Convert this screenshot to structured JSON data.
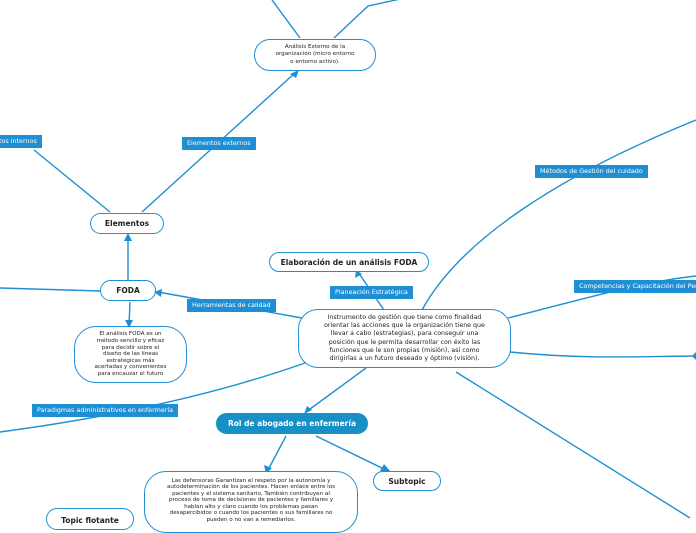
{
  "nodes": {
    "analisis_externo": "Análisis Externo de la organización (micro entorno o entorno activo).",
    "elementos": "Elementos",
    "foda": "FODA",
    "foda_desc": "El análisis FODA es un método sencillo y eficaz para decidir sobre el diseño de las líneas estratégicas más acertadas y convenientes para encauzar el futuro",
    "elaboracion": "Elaboración de un análisis FODA",
    "central": "Instrumento de gestión que tiene como finalidad orientar las acciones que la organización tiene que llevar a cabo (estrategias), para conseguir una posición que le permita desarrollar con éxito las funciones que le son propias (misión), así como dirigirlas a un futuro deseado y óptimo (visión).",
    "rol_abogado": "Rol de abogado en enfermería",
    "defensoras": "Las defensoras Garantizan el respeto por la autonomía y autodeterminación de los pacientes. Hacen enlace entre los pacientes y el sistema sanitario, También contribuyen al proceso de toma de decisiones de pacientes y familiares y hablan alto y claro cuando los problemas pasan desapercibidos o cuando los pacientes o sus familiares no pueden o no van a remediarlos.",
    "subtopic": "Subtopic",
    "topic_flotante": "Topic flotante"
  },
  "labels": {
    "elementos_internos": "Elementos internos",
    "elementos_externos": "Elementos externos",
    "metodos": "Métodos de Gestión del cuidado",
    "herramientas": "Herramientas de calidad",
    "planeacion": "Planeación Estratégica",
    "competencias": "Competencias y Capacitación del Personal",
    "paradigmas": "Paradigmas administrativos en enfermería"
  },
  "colors": {
    "accent": "#1e8fd4",
    "filled_node": "#1690c6"
  }
}
